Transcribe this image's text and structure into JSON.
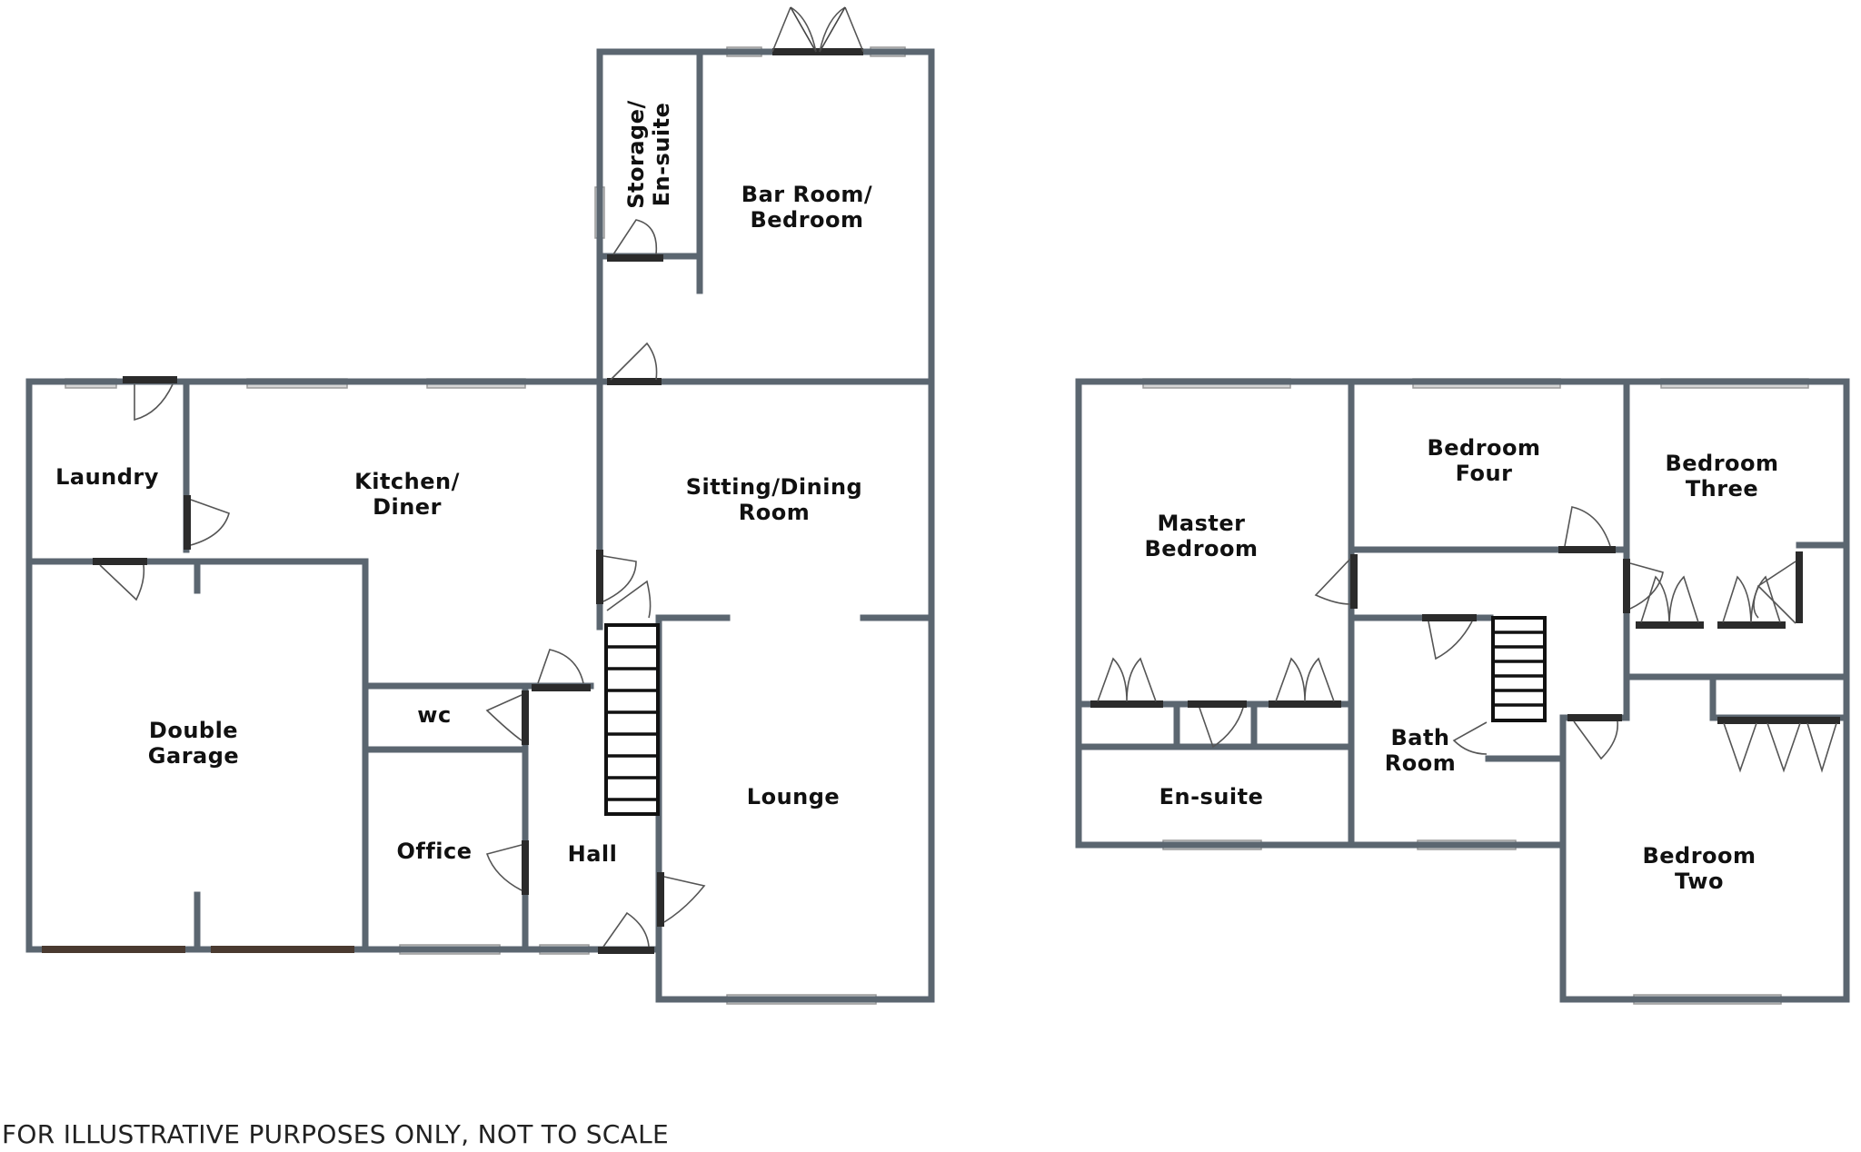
{
  "ground_floor": {
    "rooms": {
      "laundry": "Laundry",
      "kitchen_1": "Kitchen/",
      "kitchen_2": "Diner",
      "storage_1": "Storage/",
      "storage_2": "En-suite",
      "bar_1": "Bar Room/",
      "bar_2": "Bedroom",
      "sitting_1": "Sitting/Dining",
      "sitting_2": "Room",
      "garage_1": "Double",
      "garage_2": "Garage",
      "wc": "wc",
      "office": "Office",
      "hall": "Hall",
      "lounge": "Lounge"
    }
  },
  "first_floor": {
    "rooms": {
      "master_1": "Master",
      "master_2": "Bedroom",
      "bed4_1": "Bedroom",
      "bed4_2": "Four",
      "bed3_1": "Bedroom",
      "bed3_2": "Three",
      "ensuite": "En-suite",
      "bath_1": "Bath",
      "bath_2": "Room",
      "bed2_1": "Bedroom",
      "bed2_2": "Two"
    }
  },
  "footer": {
    "disclaimer": "FOR ILLUSTRATIVE PURPOSES ONLY, NOT TO SCALE"
  }
}
